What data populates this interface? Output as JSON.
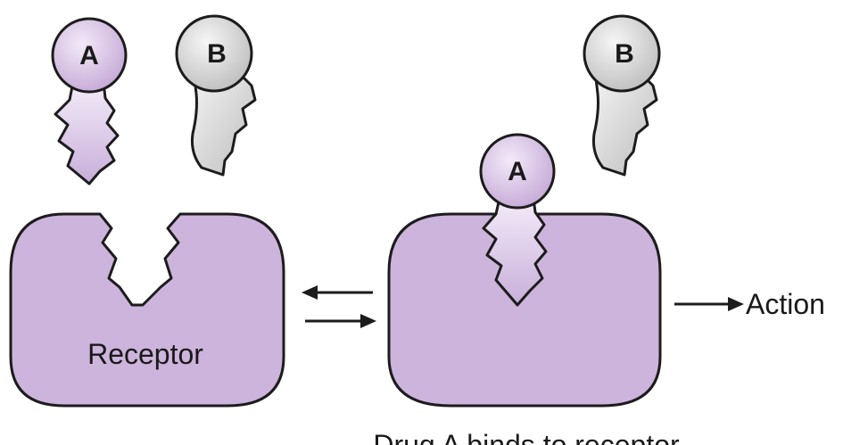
{
  "keys": {
    "a_label": "A",
    "b_label": "B"
  },
  "receptor_label": "Receptor",
  "action_label": "Action",
  "caption": "Drug A binds to receptor",
  "colors": {
    "purple_fill": "#cdb4dc",
    "purple_light": "#f1e7f6",
    "gray_fill": "#c8c8c8",
    "gray_light": "#f4f4f4",
    "outline": "#1c1c1c"
  }
}
